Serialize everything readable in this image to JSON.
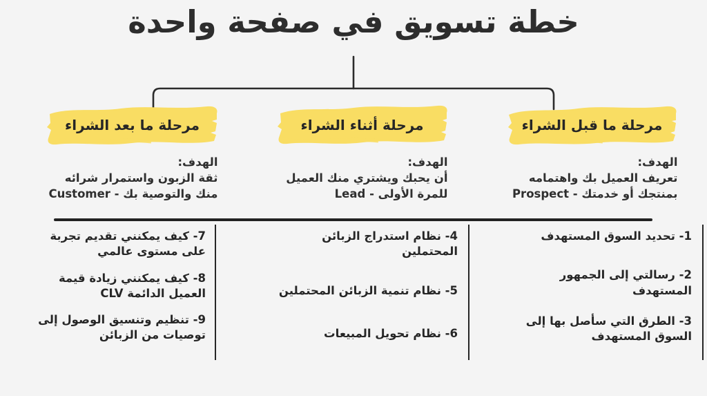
{
  "page": {
    "title": "خطة تسويق في صفحة واحدة",
    "background_color": "#f4f4f4",
    "accent_color": "#f9dd63",
    "text_color": "#262626",
    "rule_color": "#222222"
  },
  "connector": {
    "name": "bracket-connector"
  },
  "stages": [
    {
      "id": "pre-purchase",
      "label": "مرحلة ما قبل الشراء",
      "goal_label": "الهدف:",
      "goal_text": "تعريف العميل بك واهتمامه بمنتجك أو خدمتك - Prospect",
      "items": [
        "1- تحديد السوق المستهدف",
        "2- رسالتي إلى الجمهور المستهدف",
        "3- الطرق التي سأصل بها إلى السوق المستهدف"
      ]
    },
    {
      "id": "during-purchase",
      "label": "مرحلة أثناء الشراء",
      "goal_label": "الهدف:",
      "goal_text": "أن يحبك ويشتري منك العميل للمرة الأولى - Lead",
      "items": [
        "4- نظام استدراج الزبائن المحتملين",
        "5- نظام تنمية الزبائن المحتملين",
        "6- نظام تحويل المبيعات"
      ]
    },
    {
      "id": "post-purchase",
      "label": "مرحلة ما بعد الشراء",
      "goal_label": "الهدف:",
      "goal_text": "ثقة الزبون واستمرار شرائه منك والتوصية بك - Customer",
      "items": [
        "7- كيف يمكنني تقديم تجربة على مستوى عالمي",
        "8-  كيف يمكنني زيادة قيمة العميل الدائمة CLV",
        "9- تنظيم وتنسيق الوصول إلى توصيات من الزبائن"
      ]
    }
  ]
}
